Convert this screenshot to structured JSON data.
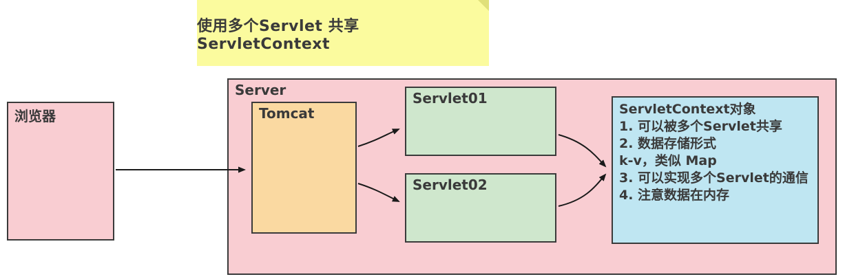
{
  "note": {
    "text": "使用多个Servlet 共享ServletContext"
  },
  "nodes": {
    "browser": {
      "label": "浏览器"
    },
    "server": {
      "label": "Server"
    },
    "tomcat": {
      "label": "Tomcat"
    },
    "servlet01": {
      "label": "Servlet01"
    },
    "servlet02": {
      "label": "Servlet02"
    },
    "context": {
      "title": "ServletContext对象",
      "lines": [
        "1. 可以被多个Servlet共享",
        "2. 数据存储形式",
        "k-v，类似 Map",
        "3. 可以实现多个Servlet的通信",
        "4. 注意数据在内存"
      ]
    }
  },
  "edges": [
    {
      "from": "browser",
      "to": "tomcat"
    },
    {
      "from": "tomcat",
      "to": "servlet01"
    },
    {
      "from": "tomcat",
      "to": "servlet02"
    },
    {
      "from": "servlet01",
      "to": "context"
    },
    {
      "from": "servlet02",
      "to": "context"
    }
  ],
  "colors": {
    "pink": "#f9cdd2",
    "yellow": "#fbfb9e",
    "orange": "#fad9a1",
    "green": "#cfe7cd",
    "blue": "#bfe6f2",
    "border": "#3a3a3a",
    "arrow": "#1a1a1a"
  }
}
